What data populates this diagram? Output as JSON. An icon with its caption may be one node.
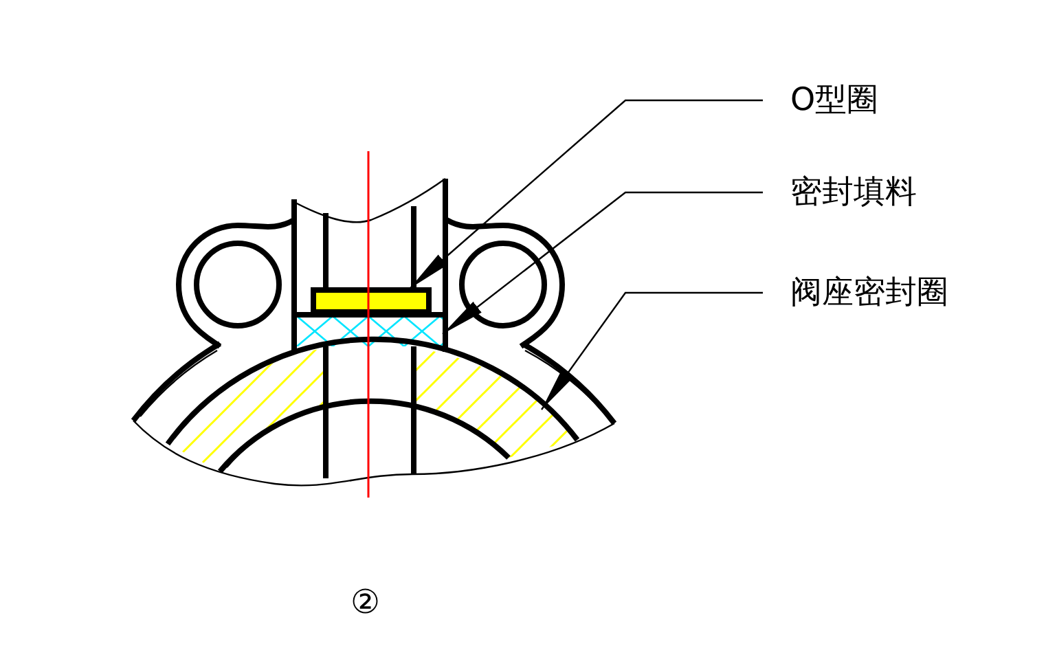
{
  "diagram": {
    "nodes": [
      {
        "text": [
          "O型圈"
        ]
      },
      {
        "text": [
          "密封填料"
        ]
      },
      {
        "text": [
          "阀座密封圈"
        ]
      },
      {
        "text": [],
        "shape": "bar"
      },
      {
        "text": [],
        "shape": "box"
      },
      {
        "text": [],
        "shape": "band"
      }
    ],
    "edges": [
      {
        "from": 0,
        "to": 3,
        "arrow": "to"
      },
      {
        "from": 1,
        "to": 4,
        "arrow": "to"
      },
      {
        "from": 2,
        "to": 5,
        "arrow": "to"
      }
    ],
    "labels": [
      "②"
    ]
  }
}
